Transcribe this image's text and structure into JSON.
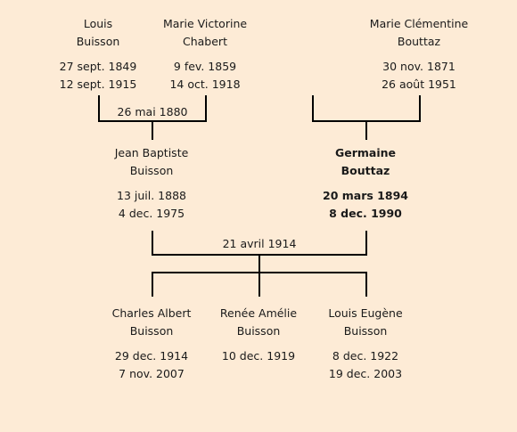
{
  "people": {
    "louis_buisson": {
      "first": "Louis",
      "last": "Buisson",
      "birth": "27 sept. 1849",
      "death": "12 sept. 1915"
    },
    "marie_victorine": {
      "first": "Marie Victorine",
      "last": "Chabert",
      "birth": "9 fev. 1859",
      "death": "14 oct. 1918"
    },
    "marie_clementine": {
      "first": "Marie Clémentine",
      "last": "Bouttaz",
      "birth": "30 nov. 1871",
      "death": "26 août 1951"
    },
    "jean_baptiste": {
      "first": "Jean Baptiste",
      "last": "Buisson",
      "birth": "13 juil. 1888",
      "death": "4 dec. 1975"
    },
    "germaine": {
      "first": "Germaine",
      "last": "Bouttaz",
      "birth": "20 mars 1894",
      "death": "8 dec. 1990"
    },
    "charles_albert": {
      "first": "Charles Albert",
      "last": "Buisson",
      "birth": "29 dec. 1914",
      "death": "7 nov. 2007"
    },
    "renee_amelie": {
      "first": "Renée Amélie",
      "last": "Buisson",
      "birth": "10 dec. 1919",
      "death": ""
    },
    "louis_eugene": {
      "first": "Louis Eugène",
      "last": "Buisson",
      "birth": "8 dec. 1922",
      "death": "19 dec. 2003"
    }
  },
  "marriages": {
    "gen1": "26 mai 1880",
    "gen2": "21 avril 1914"
  }
}
